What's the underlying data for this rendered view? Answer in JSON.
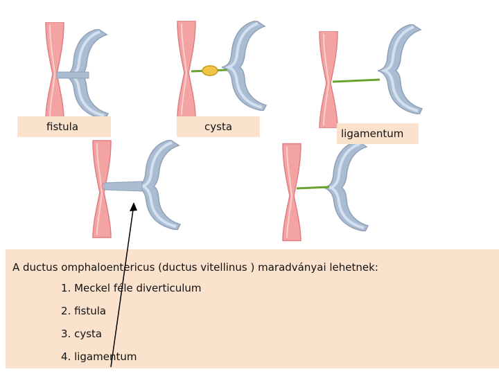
{
  "labels": {
    "fistula": "fistula",
    "cysta": "cysta",
    "ligamentum": "ligamentum"
  },
  "text": {
    "heading": "A ductus omphaloentericus (ductus vitellinus ) maradványai lehetnek:",
    "items": [
      "1. Meckel féle diverticulum",
      "2. fistula",
      "3. cysta",
      "4. ligamentum"
    ]
  },
  "colors": {
    "intestine": "#f4a3a3",
    "intestine_edge": "#e07c82",
    "yolk_duct": "#a9bcd2",
    "yolk_duct_edge": "#8fa1b6",
    "cyst": "#f2c446",
    "ligament": "#6aa232",
    "text_box": "#fbe2cc"
  }
}
